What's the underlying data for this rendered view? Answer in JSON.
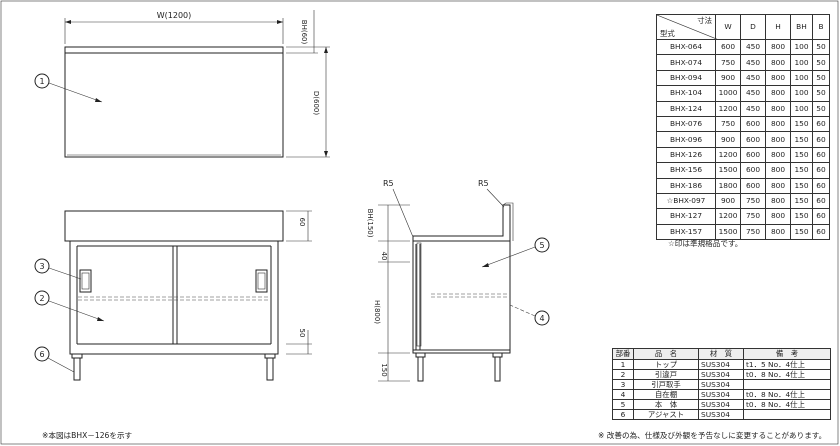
{
  "labels": {
    "top_width": "W(1200)",
    "top_depth": "D(600)",
    "top_bh": "BH(60)",
    "front_top": "60",
    "front_bottom": "50",
    "side_bh": "BH(150)",
    "side_40": "40",
    "side_h": "H(800)",
    "side_150": "150",
    "r5_left": "R5",
    "r5_right": "R5"
  },
  "callouts": [
    "1",
    "2",
    "3",
    "4",
    "5",
    "6"
  ],
  "spec_table": {
    "header_size": "寸法",
    "header_model": "型式",
    "columns": [
      "W",
      "D",
      "H",
      "BH",
      "B"
    ],
    "rows": [
      [
        "BHX-064",
        "600",
        "450",
        "800",
        "100",
        "50"
      ],
      [
        "BHX-074",
        "750",
        "450",
        "800",
        "100",
        "50"
      ],
      [
        "BHX-094",
        "900",
        "450",
        "800",
        "100",
        "50"
      ],
      [
        "BHX-104",
        "1000",
        "450",
        "800",
        "100",
        "50"
      ],
      [
        "BHX-124",
        "1200",
        "450",
        "800",
        "100",
        "50"
      ],
      [
        "BHX-076",
        "750",
        "600",
        "800",
        "150",
        "60"
      ],
      [
        "BHX-096",
        "900",
        "600",
        "800",
        "150",
        "60"
      ],
      [
        "BHX-126",
        "1200",
        "600",
        "800",
        "150",
        "60"
      ],
      [
        "BHX-156",
        "1500",
        "600",
        "800",
        "150",
        "60"
      ],
      [
        "BHX-186",
        "1800",
        "600",
        "800",
        "150",
        "60"
      ],
      [
        "☆BHX-097",
        "900",
        "750",
        "800",
        "150",
        "60"
      ],
      [
        "BHX-127",
        "1200",
        "750",
        "800",
        "150",
        "60"
      ],
      [
        "BHX-157",
        "1500",
        "750",
        "800",
        "150",
        "60"
      ]
    ],
    "note": "☆印は準規格品です。"
  },
  "parts_table": {
    "headers": [
      "部番",
      "品　名",
      "材　質",
      "備　考"
    ],
    "rows": [
      [
        "1",
        "トップ",
        "SUS304",
        "t1．5 No．4仕上"
      ],
      [
        "2",
        "引違戸",
        "SUS304",
        "t0．8 No．4仕上"
      ],
      [
        "3",
        "引戸取手",
        "SUS304",
        ""
      ],
      [
        "4",
        "自在棚",
        "SUS304",
        "t0．8 No．4仕上"
      ],
      [
        "5",
        "本　体",
        "SUS304",
        "t0．8 No．4仕上"
      ],
      [
        "6",
        "アジャスト",
        "SUS304",
        ""
      ]
    ]
  },
  "notes": {
    "left": "※本図はBHX－126を示す",
    "right": "※ 改善の為、仕様及び外観を予告なしに変更することがあります。"
  }
}
